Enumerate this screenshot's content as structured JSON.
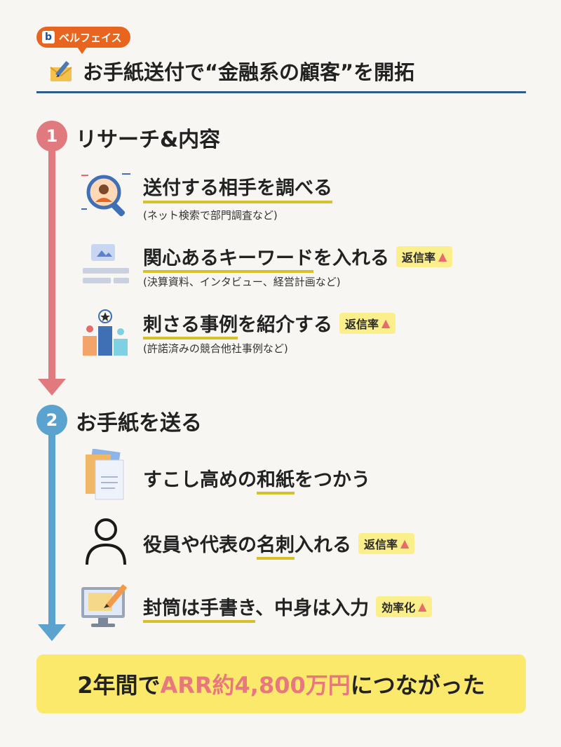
{
  "brand": {
    "logo_letter": "b",
    "name": "ベルフェイス"
  },
  "title": "お手紙送付で“金融系の顧客”を開拓",
  "steps": [
    {
      "number": "1",
      "title": "リサーチ&内容",
      "items": [
        {
          "icon": "magnifier-person-icon",
          "text": "送付する相手を調べる",
          "sub": "(ネット検索で部門調査など)",
          "badge": ""
        },
        {
          "icon": "slides-presentation-icon",
          "text_ul": "関心あるキーワード",
          "text_rest": "を入れる",
          "sub": "(決算資料、インタビュー、経営計画など)",
          "badge": "返信率"
        },
        {
          "icon": "podium-ranking-icon",
          "text_ul": "刺さる事例",
          "text_rest": "を紹介する",
          "sub": "(許諾済みの競合他社事例など)",
          "badge": "返信率"
        }
      ]
    },
    {
      "number": "2",
      "title": "お手紙を送る",
      "items": [
        {
          "icon": "paper-documents-icon",
          "text_pre": "すこし高めの",
          "text_ul": "和紙",
          "text_rest": "をつかう",
          "badge": ""
        },
        {
          "icon": "person-outline-icon",
          "text_pre": "役員や代表の",
          "text_ul": "名刺",
          "text_rest": "入れる",
          "badge": "返信率"
        },
        {
          "icon": "computer-pencil-icon",
          "text_ul": "封筒は手書き",
          "text_rest": "、中身は入力",
          "badge": "効率化"
        }
      ]
    }
  ],
  "result": {
    "pre": "2年間で",
    "highlight": "ARR約4,800万円",
    "post": "につながった"
  },
  "colors": {
    "accent_orange": "#e8651f",
    "step1": "#e07a7e",
    "step2": "#5aa3cf",
    "underline": "#d6c12a",
    "badge_bg": "#fbef8c",
    "result_bg": "#fbe96b",
    "rule": "#2f5d8a"
  },
  "badge_arrow": "▲"
}
